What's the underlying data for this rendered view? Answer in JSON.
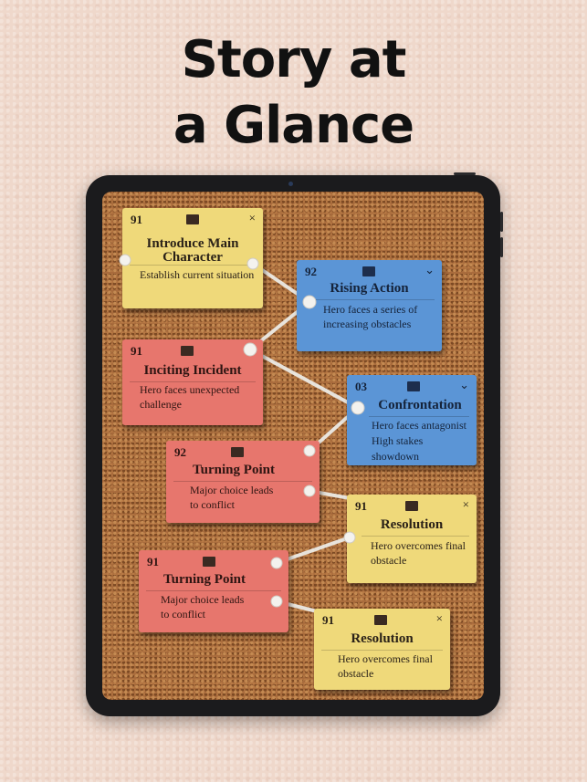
{
  "headline": {
    "line1": "Story at",
    "line2": "a Glance"
  },
  "cards": [
    {
      "number": "91",
      "title": "Introduce Main Character",
      "body": "Establish current situation",
      "color": "yellow",
      "control": "close"
    },
    {
      "number": "92",
      "title": "Rising Action",
      "body": "Hero faces a series of increasing obstacles",
      "color": "blue",
      "control": "chevron-down"
    },
    {
      "number": "91",
      "title": "Inciting Incident",
      "body": "Hero faces unexpected challenge",
      "color": "red",
      "control": ""
    },
    {
      "number": "03",
      "title": "Confrontation",
      "body": "Hero faces antagonist High stakes showdown",
      "color": "blue",
      "control": "chevron-down"
    },
    {
      "number": "92",
      "title": "Turning Point",
      "body": "Major choice leads to conflict",
      "color": "red",
      "control": ""
    },
    {
      "number": "91",
      "title": "Resolution",
      "body": "Hero overcomes final obstacle",
      "color": "yellow",
      "control": "close"
    },
    {
      "number": "91",
      "title": "Turning Point",
      "body": "Major choice leads to conflict",
      "color": "red",
      "control": ""
    },
    {
      "number": "91",
      "title": "Resolution",
      "body": "Hero overcomes final obstacle",
      "color": "yellow",
      "control": "close"
    }
  ],
  "icons": {
    "card_icon": "book-icon",
    "close": "×",
    "chevron": "⌄"
  },
  "colors": {
    "yellow": "#efd97a",
    "blue": "#5b95d6",
    "red": "#e7766d",
    "cork": "#a86b3c",
    "background": "#efd8cb"
  }
}
